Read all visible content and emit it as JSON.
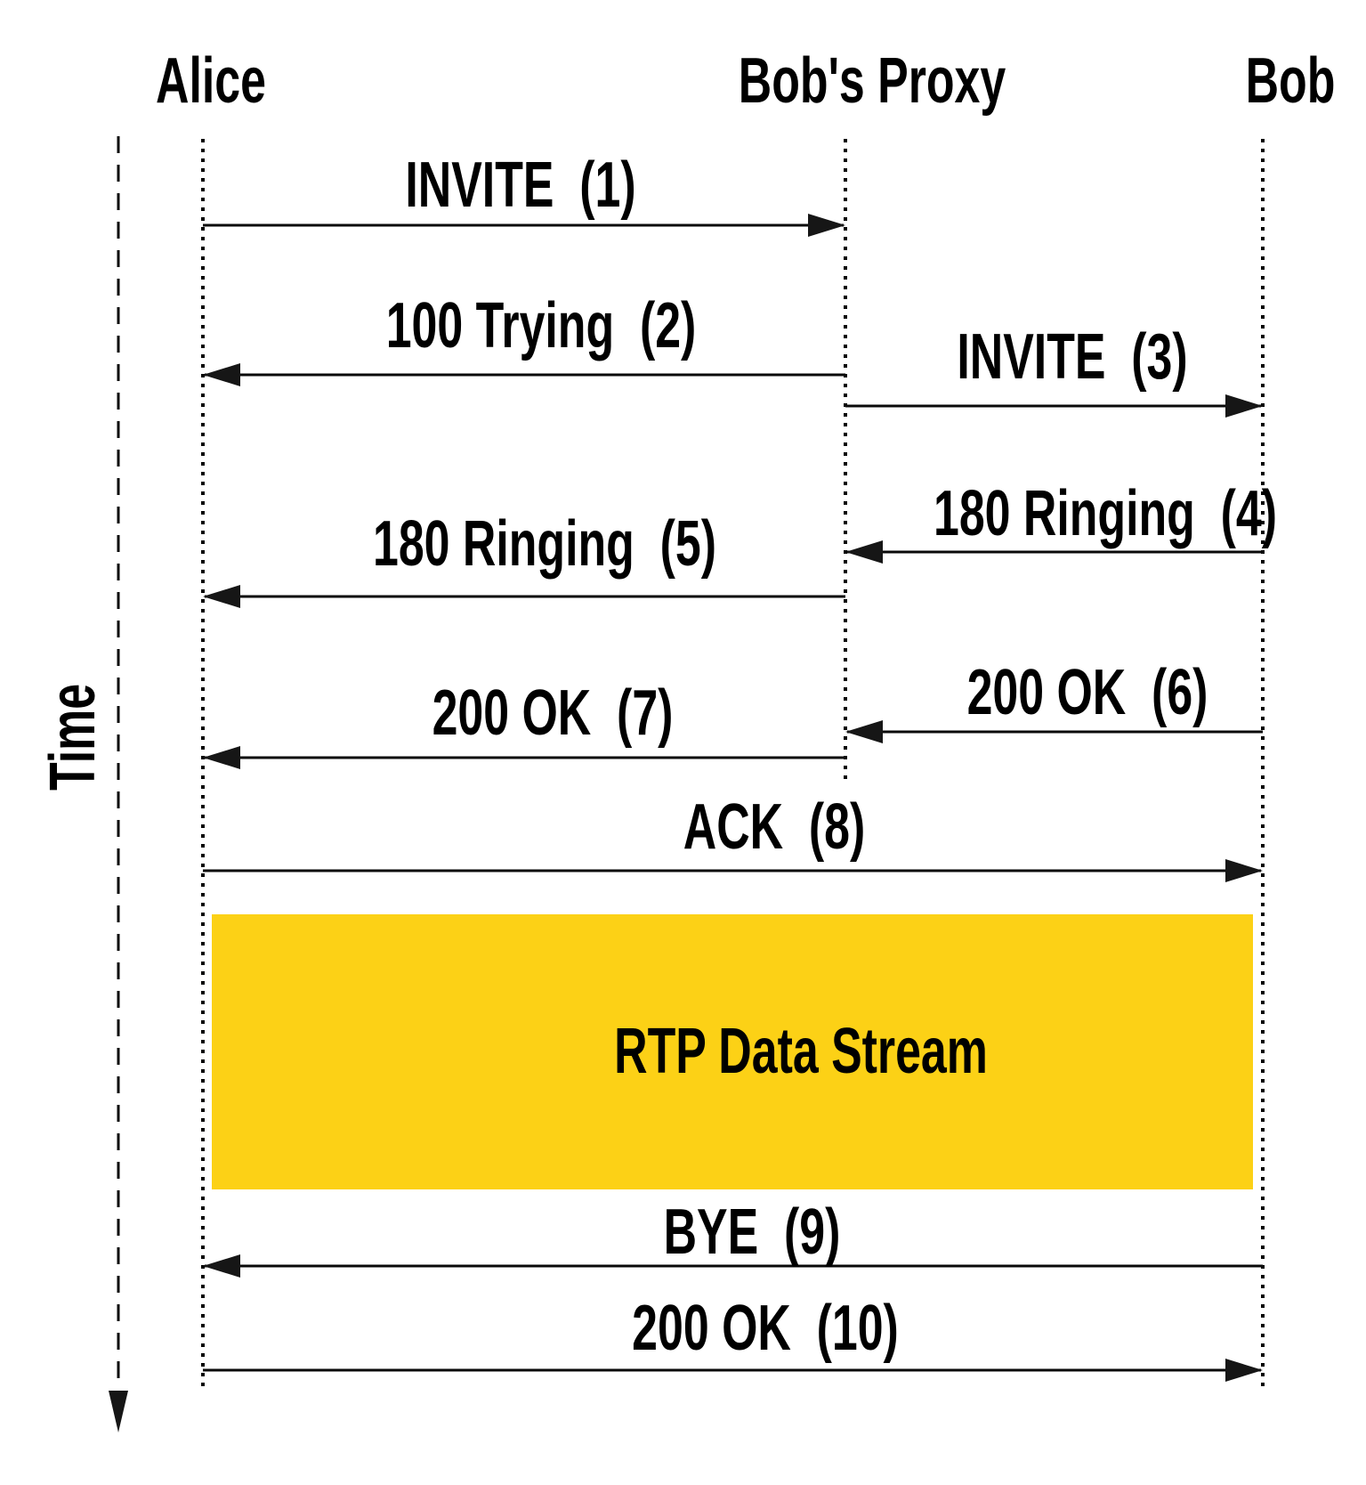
{
  "diagram_type": "sip-call-flow-sequence-diagram",
  "participants": [
    {
      "name": "Alice"
    },
    {
      "name": "Bob's Proxy"
    },
    {
      "name": "Bob"
    }
  ],
  "time_axis": {
    "label": "Time",
    "direction": "down"
  },
  "messages": [
    {
      "label": "INVITE  (1)",
      "from": "Alice",
      "to": "Bob's Proxy"
    },
    {
      "label": "100 Trying  (2)",
      "from": "Bob's Proxy",
      "to": "Alice"
    },
    {
      "label": "INVITE  (3)",
      "from": "Bob's Proxy",
      "to": "Bob"
    },
    {
      "label": "180 Ringing  (4)",
      "from": "Bob",
      "to": "Bob's Proxy"
    },
    {
      "label": "180 Ringing  (5)",
      "from": "Bob's Proxy",
      "to": "Alice"
    },
    {
      "label": "200 OK  (6)",
      "from": "Bob",
      "to": "Bob's Proxy"
    },
    {
      "label": "200 OK  (7)",
      "from": "Bob's Proxy",
      "to": "Alice"
    },
    {
      "label": "ACK  (8)",
      "from": "Alice",
      "to": "Bob"
    },
    {
      "label": "BYE  (9)",
      "from": "Bob",
      "to": "Alice"
    },
    {
      "label": "200 OK  (10)",
      "from": "Alice",
      "to": "Bob"
    }
  ],
  "rtp_stream": {
    "label": "RTP Data Stream",
    "color": "#FCD116",
    "between": [
      "Alice",
      "Bob"
    ]
  },
  "colors": {
    "background": "#FFFFFF",
    "line": "#000000",
    "text": "#000000"
  }
}
